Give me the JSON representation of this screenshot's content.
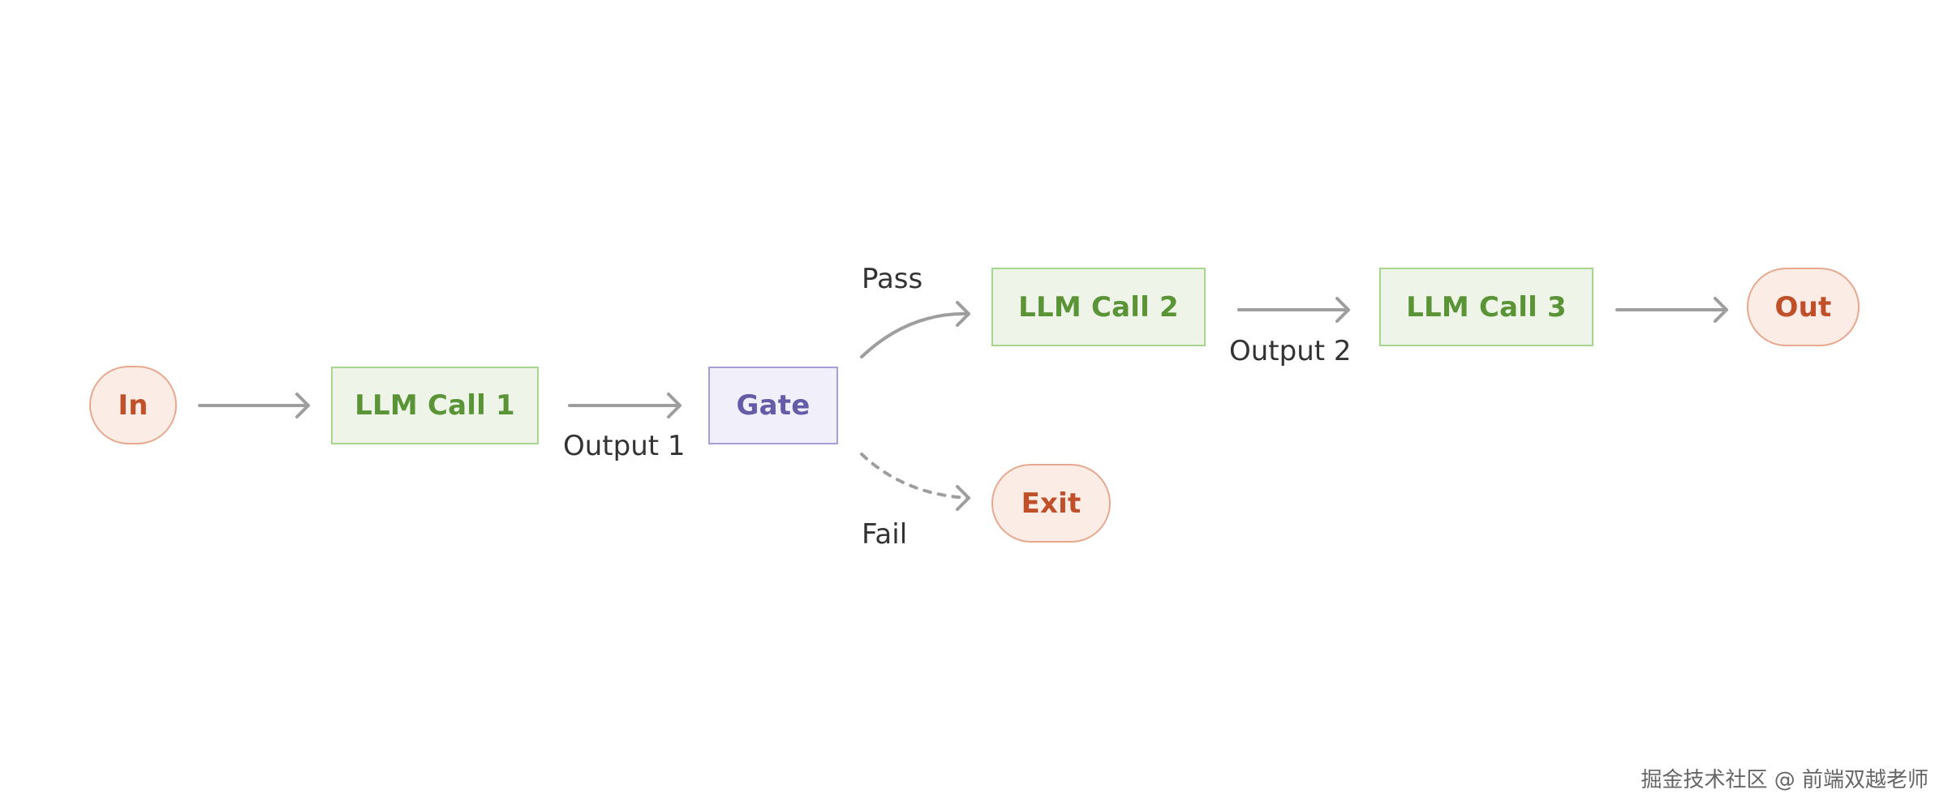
{
  "nodes": {
    "in": "In",
    "llm_call_1": "LLM Call 1",
    "gate": "Gate",
    "llm_call_2": "LLM Call 2",
    "llm_call_3": "LLM Call 3",
    "out": "Out",
    "exit": "Exit"
  },
  "edge_labels": {
    "output_1": "Output 1",
    "pass": "Pass",
    "fail": "Fail",
    "output_2": "Output 2"
  },
  "watermark": "掘金技术社区 @ 前端双越老师",
  "colors": {
    "pill_fill": "#fbece6",
    "pill_border": "#e6a98f",
    "pill_text": "#c0502a",
    "llm_fill": "#eef5e8",
    "llm_border": "#a8d690",
    "llm_text": "#5a9437",
    "gate_fill": "#f1f0fa",
    "gate_border": "#a59fd9",
    "gate_text": "#655ca8",
    "arrow": "#999999"
  }
}
